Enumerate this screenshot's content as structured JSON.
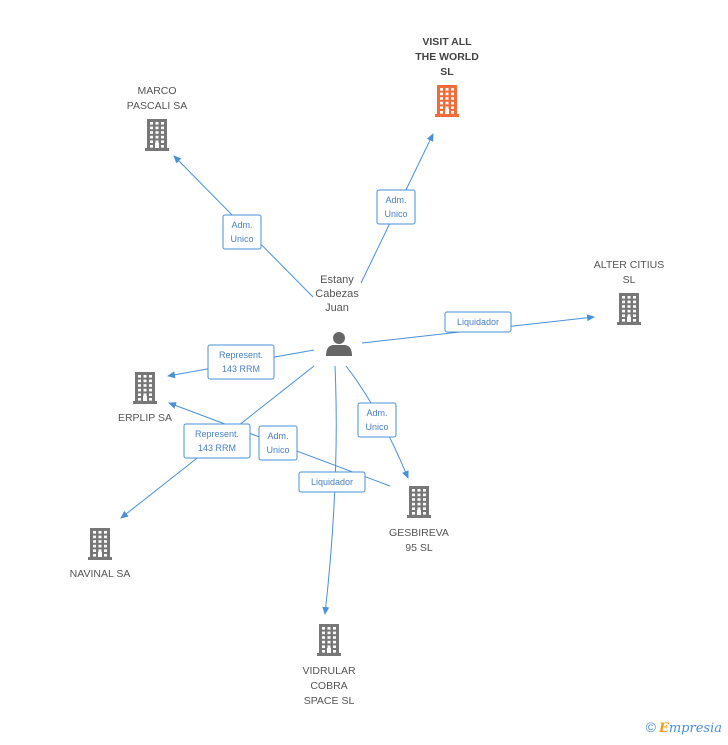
{
  "colors": {
    "edge": "#4a90d9",
    "building": "#777777",
    "building_focus": "#f26b3a",
    "person": "#666666"
  },
  "person": {
    "name_lines": [
      "Estany",
      "Cabezas",
      "Juan"
    ],
    "icon": "person-icon"
  },
  "companies": [
    {
      "id": "visit",
      "label_lines": [
        "VISIT ALL",
        "THE WORLD",
        "SL"
      ],
      "focus": true,
      "icon": "building-icon"
    },
    {
      "id": "marco",
      "label_lines": [
        "MARCO",
        "PASCALI SA"
      ],
      "focus": false,
      "icon": "building-icon"
    },
    {
      "id": "alter",
      "label_lines": [
        "ALTER CITIUS",
        "SL"
      ],
      "focus": false,
      "icon": "building-icon"
    },
    {
      "id": "erplip",
      "label_lines": [
        "ERPLIP SA"
      ],
      "focus": false,
      "icon": "building-icon"
    },
    {
      "id": "gesbireva",
      "label_lines": [
        "GESBIREVA",
        "95 SL"
      ],
      "focus": false,
      "icon": "building-icon"
    },
    {
      "id": "navinal",
      "label_lines": [
        "NAVINAL SA"
      ],
      "focus": false,
      "icon": "building-icon"
    },
    {
      "id": "vidrular",
      "label_lines": [
        "VIDRULAR",
        "COBRA",
        "SPACE SL"
      ],
      "focus": false,
      "icon": "building-icon"
    }
  ],
  "edges": [
    {
      "target": "visit",
      "label_lines": [
        "Adm.",
        "Unico"
      ]
    },
    {
      "target": "marco",
      "label_lines": [
        "Adm.",
        "Unico"
      ]
    },
    {
      "target": "alter",
      "label_lines": [
        "Liquidador"
      ]
    },
    {
      "target": "erplip",
      "label_lines": [
        "Represent.",
        "143 RRM"
      ]
    },
    {
      "target": "gesbireva",
      "label_lines": [
        "Adm.",
        "Unico"
      ]
    },
    {
      "target": "navinal",
      "label_lines": [
        "Represent.",
        "143 RRM"
      ]
    },
    {
      "target": "erplip",
      "label_lines": [
        "Adm.",
        "Unico"
      ],
      "via": "gesbireva"
    },
    {
      "target": "vidrular",
      "label_lines": [
        "Liquidador"
      ]
    }
  ],
  "brand": {
    "copyright": "©",
    "first_letter": "E",
    "rest": "mpresia"
  }
}
